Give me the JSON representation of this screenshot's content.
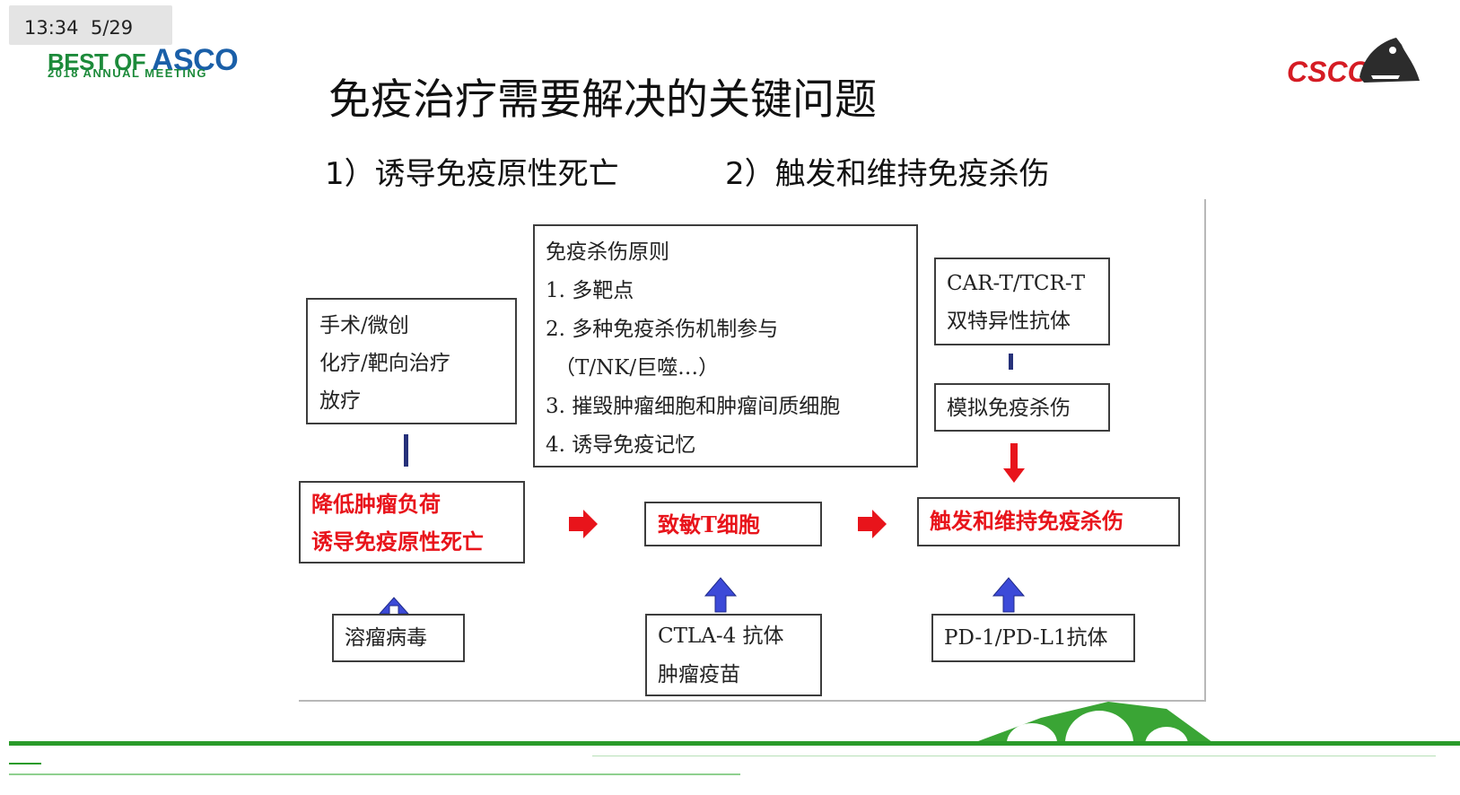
{
  "status": {
    "time": "13:34",
    "page": "5/29"
  },
  "logos": {
    "asco_best_of": "BEST OF",
    "asco_name": "ASCO",
    "asco_meeting": "2018 ANNUAL MEETING",
    "csco": "CSCO"
  },
  "slide": {
    "title": "免疫治疗需要解决的关键问题",
    "subtitle_1": "1）诱导免疫原性死亡",
    "subtitle_2": "2）触发和维持免疫杀伤"
  },
  "boxes": {
    "treatments": [
      "手术/微创",
      "化疗/靶向治疗",
      "放疗"
    ],
    "principles": [
      "免疫杀伤原则",
      "1. 多靶点",
      "2. 多种免疫杀伤机制参与",
      "（T/NK/巨噬…）",
      "3. 摧毁肿瘤细胞和肿瘤间质细胞",
      "4. 诱导免疫记忆"
    ],
    "cart": [
      "CAR-T/TCR-T",
      "双特异性抗体"
    ],
    "simulate": "模拟免疫杀伤",
    "reduce": [
      "降低肿瘤负荷",
      "诱导免疫原性死亡"
    ],
    "sensitize": "致敏T细胞",
    "trigger": "触发和维持免疫杀伤",
    "virus": "溶瘤病毒",
    "ctla4": [
      "CTLA-4 抗体",
      "肿瘤疫苗"
    ],
    "pd1": "PD-1/PD-L1抗体"
  },
  "colors": {
    "red_text": "#e8141b",
    "arrow_red": "#e8141b",
    "arrow_blue": "#3c4ad8",
    "arrow_navy": "#26317a",
    "asco_green": "#1c8a3a",
    "csco_red": "#d51c24",
    "footer_green": "#2a9b2a"
  }
}
